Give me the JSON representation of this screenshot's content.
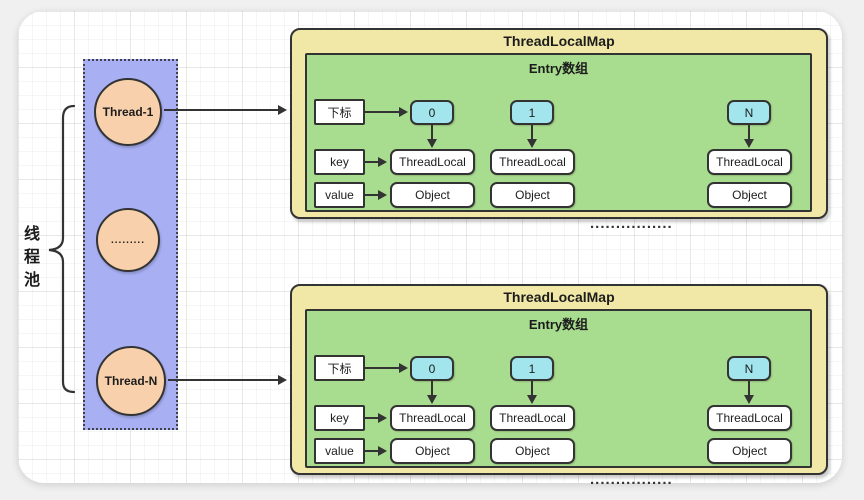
{
  "pool": {
    "label": "线程池",
    "threads": [
      {
        "label": "Thread-1"
      },
      {
        "label": "........."
      },
      {
        "label": "Thread-N"
      }
    ]
  },
  "maps": [
    {
      "title": "ThreadLocalMap",
      "array_title": "Entry数组",
      "index_label": "下标",
      "key_label": "key",
      "value_label": "value",
      "ellipsis": "................",
      "columns": [
        {
          "index": "0",
          "key": "ThreadLocal",
          "value": "Object"
        },
        {
          "index": "1",
          "key": "ThreadLocal",
          "value": "Object"
        },
        {
          "index": "N",
          "key": "ThreadLocal",
          "value": "Object"
        }
      ]
    },
    {
      "title": "ThreadLocalMap",
      "array_title": "Entry数组",
      "index_label": "下标",
      "key_label": "key",
      "value_label": "value",
      "ellipsis": "................",
      "columns": [
        {
          "index": "0",
          "key": "ThreadLocal",
          "value": "Object"
        },
        {
          "index": "1",
          "key": "ThreadLocal",
          "value": "Object"
        },
        {
          "index": "N",
          "key": "ThreadLocal",
          "value": "Object"
        }
      ]
    }
  ],
  "colors": {
    "pool_fill": "#a8aff3",
    "thread_fill": "#f8d1ac",
    "map_fill": "#f1e7a7",
    "entry_fill": "#a8dc8e",
    "index_fill": "#a2e5ec",
    "arrow": "#333333"
  }
}
